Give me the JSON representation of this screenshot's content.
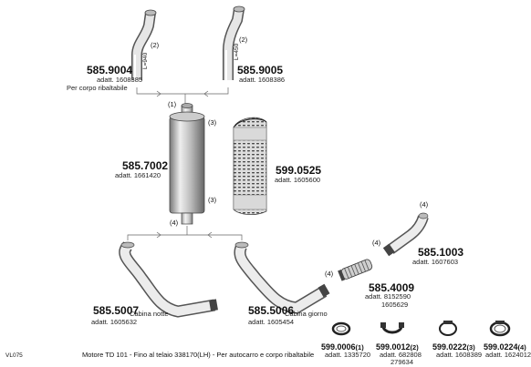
{
  "parts": {
    "p585_9004": {
      "number": "585.9004",
      "adatt": "adatt. 1608385",
      "note": "Per corpo ribaltabile",
      "length": "L=940",
      "qty": "(2)"
    },
    "p585_9005": {
      "number": "585.9005",
      "adatt": "adatt. 1608386",
      "length": "L=450",
      "qty": "(2)"
    },
    "p585_7002": {
      "number": "585.7002",
      "adatt": "adatt. 1661420",
      "qty_top": "(1)",
      "qty_side1": "(3)",
      "qty_side2": "(3)",
      "qty_bottom": "(4)"
    },
    "p599_0525": {
      "number": "599.0525",
      "adatt": "adatt. 1605600"
    },
    "p585_1003": {
      "number": "585.1003",
      "adatt": "adatt. 1607603",
      "qty": "(4)"
    },
    "p585_4009": {
      "number": "585.4009",
      "adatt1": "adatt. 8152590",
      "adatt2": "1605629",
      "qty": "(4)"
    },
    "p585_5007": {
      "number": "585.5007",
      "note": "Cabina notte",
      "adatt": "adatt. 1605632"
    },
    "p585_5006": {
      "number": "585.5006",
      "note": "Cabina giorno",
      "adatt": "adatt. 1605454",
      "qty": "(4)"
    },
    "p599_0006": {
      "number": "599.0006",
      "qty": "(1)",
      "adatt": "adatt. 1335720"
    },
    "p599_0012": {
      "number": "599.0012",
      "qty": "(2)",
      "adatt1": "adatt. 682808",
      "adatt2": "279634"
    },
    "p599_0222": {
      "number": "599.0222",
      "qty": "(3)",
      "adatt": "adatt. 1608389"
    },
    "p599_0224": {
      "number": "599.0224",
      "qty": "(4)",
      "adatt": "adatt. 1624012"
    }
  },
  "footer": {
    "code": "VL075",
    "text": "Motore TD 101  -  Fino al telaio 338170(LH)  -  Per autocarro e corpo ribaltabile"
  }
}
